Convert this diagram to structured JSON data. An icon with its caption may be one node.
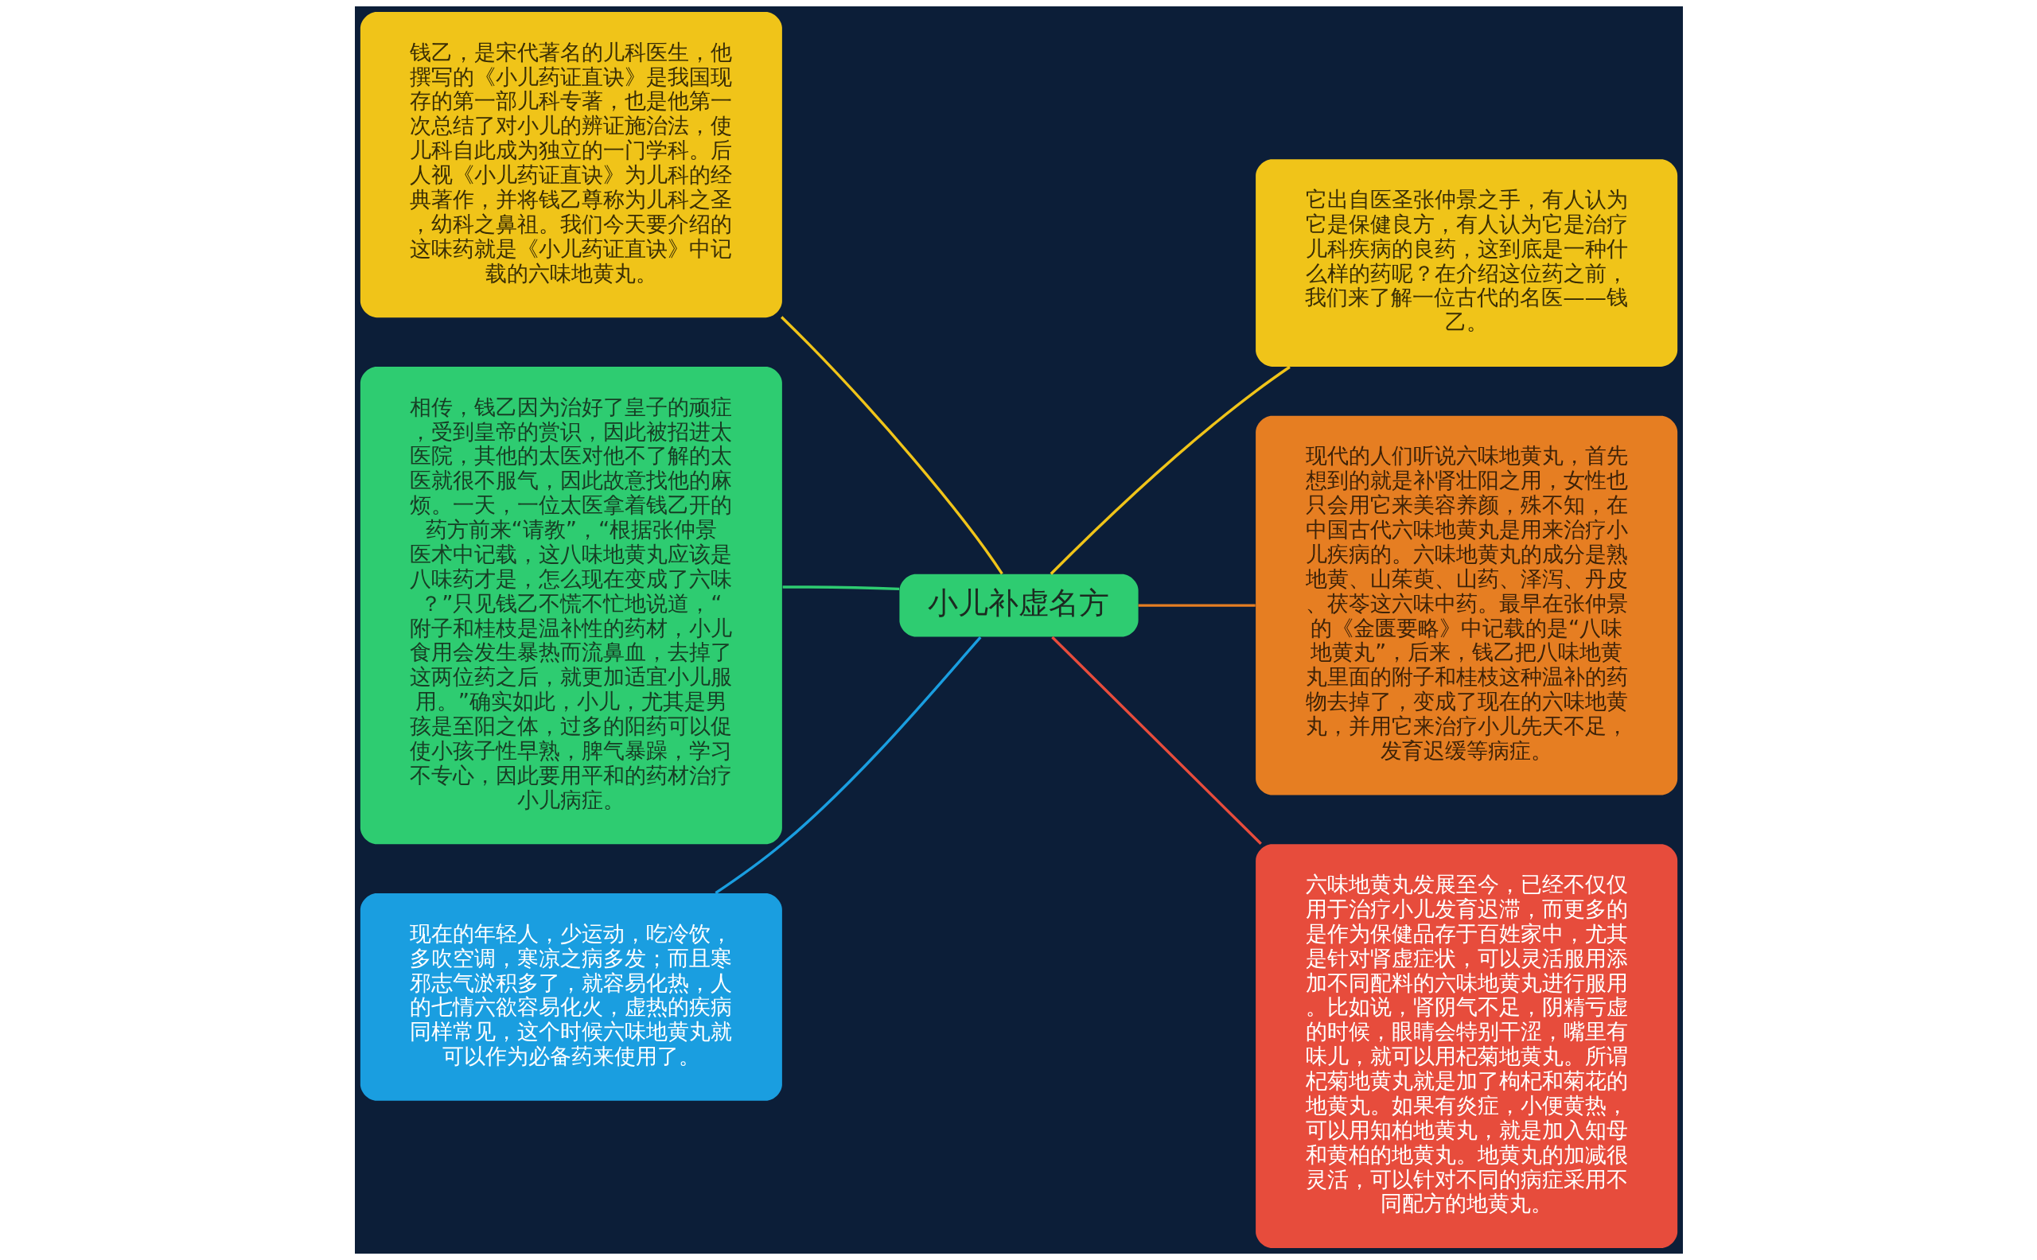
{
  "diagram": {
    "nodes": [
      {
        "text": [
          "小儿补虚名方"
        ]
      },
      {
        "text": [
          "钱乙，是宋代著名的儿科医生，他撰写的《小儿药证直诀》是我国现存的第一部儿科专著，也是他第一次总结了对小儿的辨证施治法，使儿科自此成为独立的一门学科。后人视《小儿药证直诀》为儿科的经典著作，并将钱乙尊称为儿科之圣，幼科之鼻祖。我们今天要介绍的这味药就是《小儿药证直诀》中记载的六味地黄丸。"
        ]
      },
      {
        "text": [
          "相传，钱乙因为治好了皇子的顽症，受到皇帝的赏识，因此被招进太医院，其他的太医对他不了解的太医就很不服气，因此故意找他的麻烦。一天，一位太医拿着钱乙开的药方前来“请教”，“根据张仲景医术中记载，这八味地黄丸应该是八味药才是，怎么现在变成了六味？”只见钱乙不慌不忙地说道，“附子和桂枝是温补性的药材，小儿食用会发生暴热而流鼻血，去掉了这两位药之后，就更加适宜小儿服用。”确实如此，小儿，尤其是男孩是至阳之体，过多的阳药可以促使小孩子性早熟，脾气暴躁，学习不专心，因此要用平和的药材治疗小儿病症。"
        ]
      },
      {
        "text": [
          "现在的年轻人，少运动，吃冷饮，多吹空调，寒凉之病多发；而且寒邪志气淤积多了，就容易化热，人的七情六欲容易化火，虚热的疾病同样常见，这个时候六味地黄丸就可以作为必备药来使用了。"
        ]
      },
      {
        "text": [
          "它出自医圣张仲景之手，有人认为它是保健良方，有人认为它是治疗儿科疾病的良药，这到底是一种什么样的药呢？在介绍这位药之前，我们来了解一位古代的名医——钱乙。"
        ]
      },
      {
        "text": [
          "现代的人们听说六味地黄丸，首先想到的就是补肾壮阳之用，女性也只会用它来美容养颜，殊不知，在中国古代六味地黄丸是用来治疗小儿疾病的。六味地黄丸的成分是熟地黄、山茱萸、山药、泽泻、丹皮、茯苓这六味中药。最早在张仲景的《金匮要略》中记载的是“八味地黄丸”，后来，钱乙把八味地黄丸里面的附子和桂枝这种温补的药物去掉了，变成了现在的六味地黄丸，并用它来治疗小儿先天不足，发育迟缓等病症。"
        ]
      },
      {
        "text": [
          "六味地黄丸发展至今，已经不仅仅用于治疗小儿发育迟滞，而更多的是作为保健品存于百姓家中，尤其是针对肾虚症状，可以灵活服用添加不同配料的六味地黄丸进行服用。比如说，肾阴气不足，阴精亏虚的时候，眼睛会特别干涩，嘴里有味儿，就可以用杞菊地黄丸。所谓杞菊地黄丸就是加了枸杞和菊花的地黄丸。如果有炎症，小便黄热，可以用知柏地黄丸，就是加入知母和黄柏的地黄丸。地黄丸的加减很灵活，可以针对不同的病症采用不同配方的地黄丸。"
        ]
      }
    ],
    "edges": [
      {
        "from": 0,
        "to": 1,
        "arrow": "none",
        "color": "#f0c419"
      },
      {
        "from": 0,
        "to": 2,
        "arrow": "none",
        "color": "#2ecc71"
      },
      {
        "from": 0,
        "to": 3,
        "arrow": "none",
        "color": "#1a9ee0"
      },
      {
        "from": 0,
        "to": 4,
        "arrow": "none",
        "color": "#f0c419"
      },
      {
        "from": 0,
        "to": 5,
        "arrow": "none",
        "color": "#e67e22"
      },
      {
        "from": 0,
        "to": 6,
        "arrow": "none",
        "color": "#e74c3c"
      }
    ]
  }
}
